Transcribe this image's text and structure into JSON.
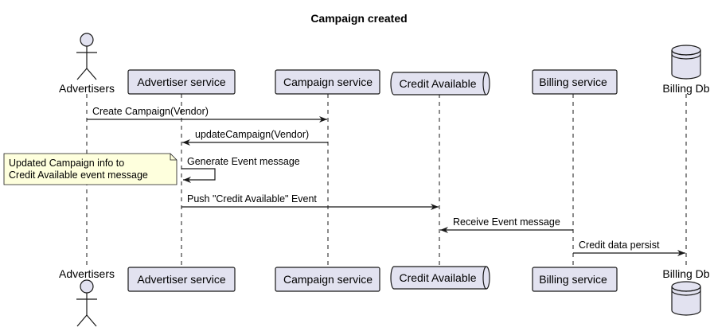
{
  "diagram": {
    "title": "Campaign created",
    "participants": [
      {
        "id": "advertisers",
        "label": "Advertisers",
        "kind": "actor"
      },
      {
        "id": "advertiser_service",
        "label": "Advertiser service",
        "kind": "participant"
      },
      {
        "id": "campaign_service",
        "label": "Campaign service",
        "kind": "participant"
      },
      {
        "id": "credit_available",
        "label": "Credit Available",
        "kind": "queue"
      },
      {
        "id": "billing_service",
        "label": "Billing service",
        "kind": "participant"
      },
      {
        "id": "billing_db",
        "label": "Billing Db",
        "kind": "database"
      }
    ],
    "messages": [
      {
        "from": "advertisers",
        "to": "campaign_service",
        "label": "Create Campaign(Vendor)"
      },
      {
        "from": "campaign_service",
        "to": "advertiser_service",
        "label": "updateCampaign(Vendor)"
      },
      {
        "from": "advertiser_service",
        "to": "advertiser_service",
        "label": "Generate Event message"
      },
      {
        "from": "advertiser_service",
        "to": "credit_available",
        "label": "Push \"Credit Available\" Event"
      },
      {
        "from": "billing_service",
        "to": "credit_available",
        "label": "Receive Event message"
      },
      {
        "from": "billing_service",
        "to": "billing_db",
        "label": "Credit data persist"
      }
    ],
    "note": {
      "attached_to": "advertiser_service",
      "lines": [
        "Updated Campaign info to",
        "Credit Available event message"
      ]
    },
    "colors": {
      "participant_fill": "#E2E2F0",
      "participant_stroke": "#181818",
      "note_fill": "#FEFFDD",
      "lifeline": "#181818"
    }
  }
}
